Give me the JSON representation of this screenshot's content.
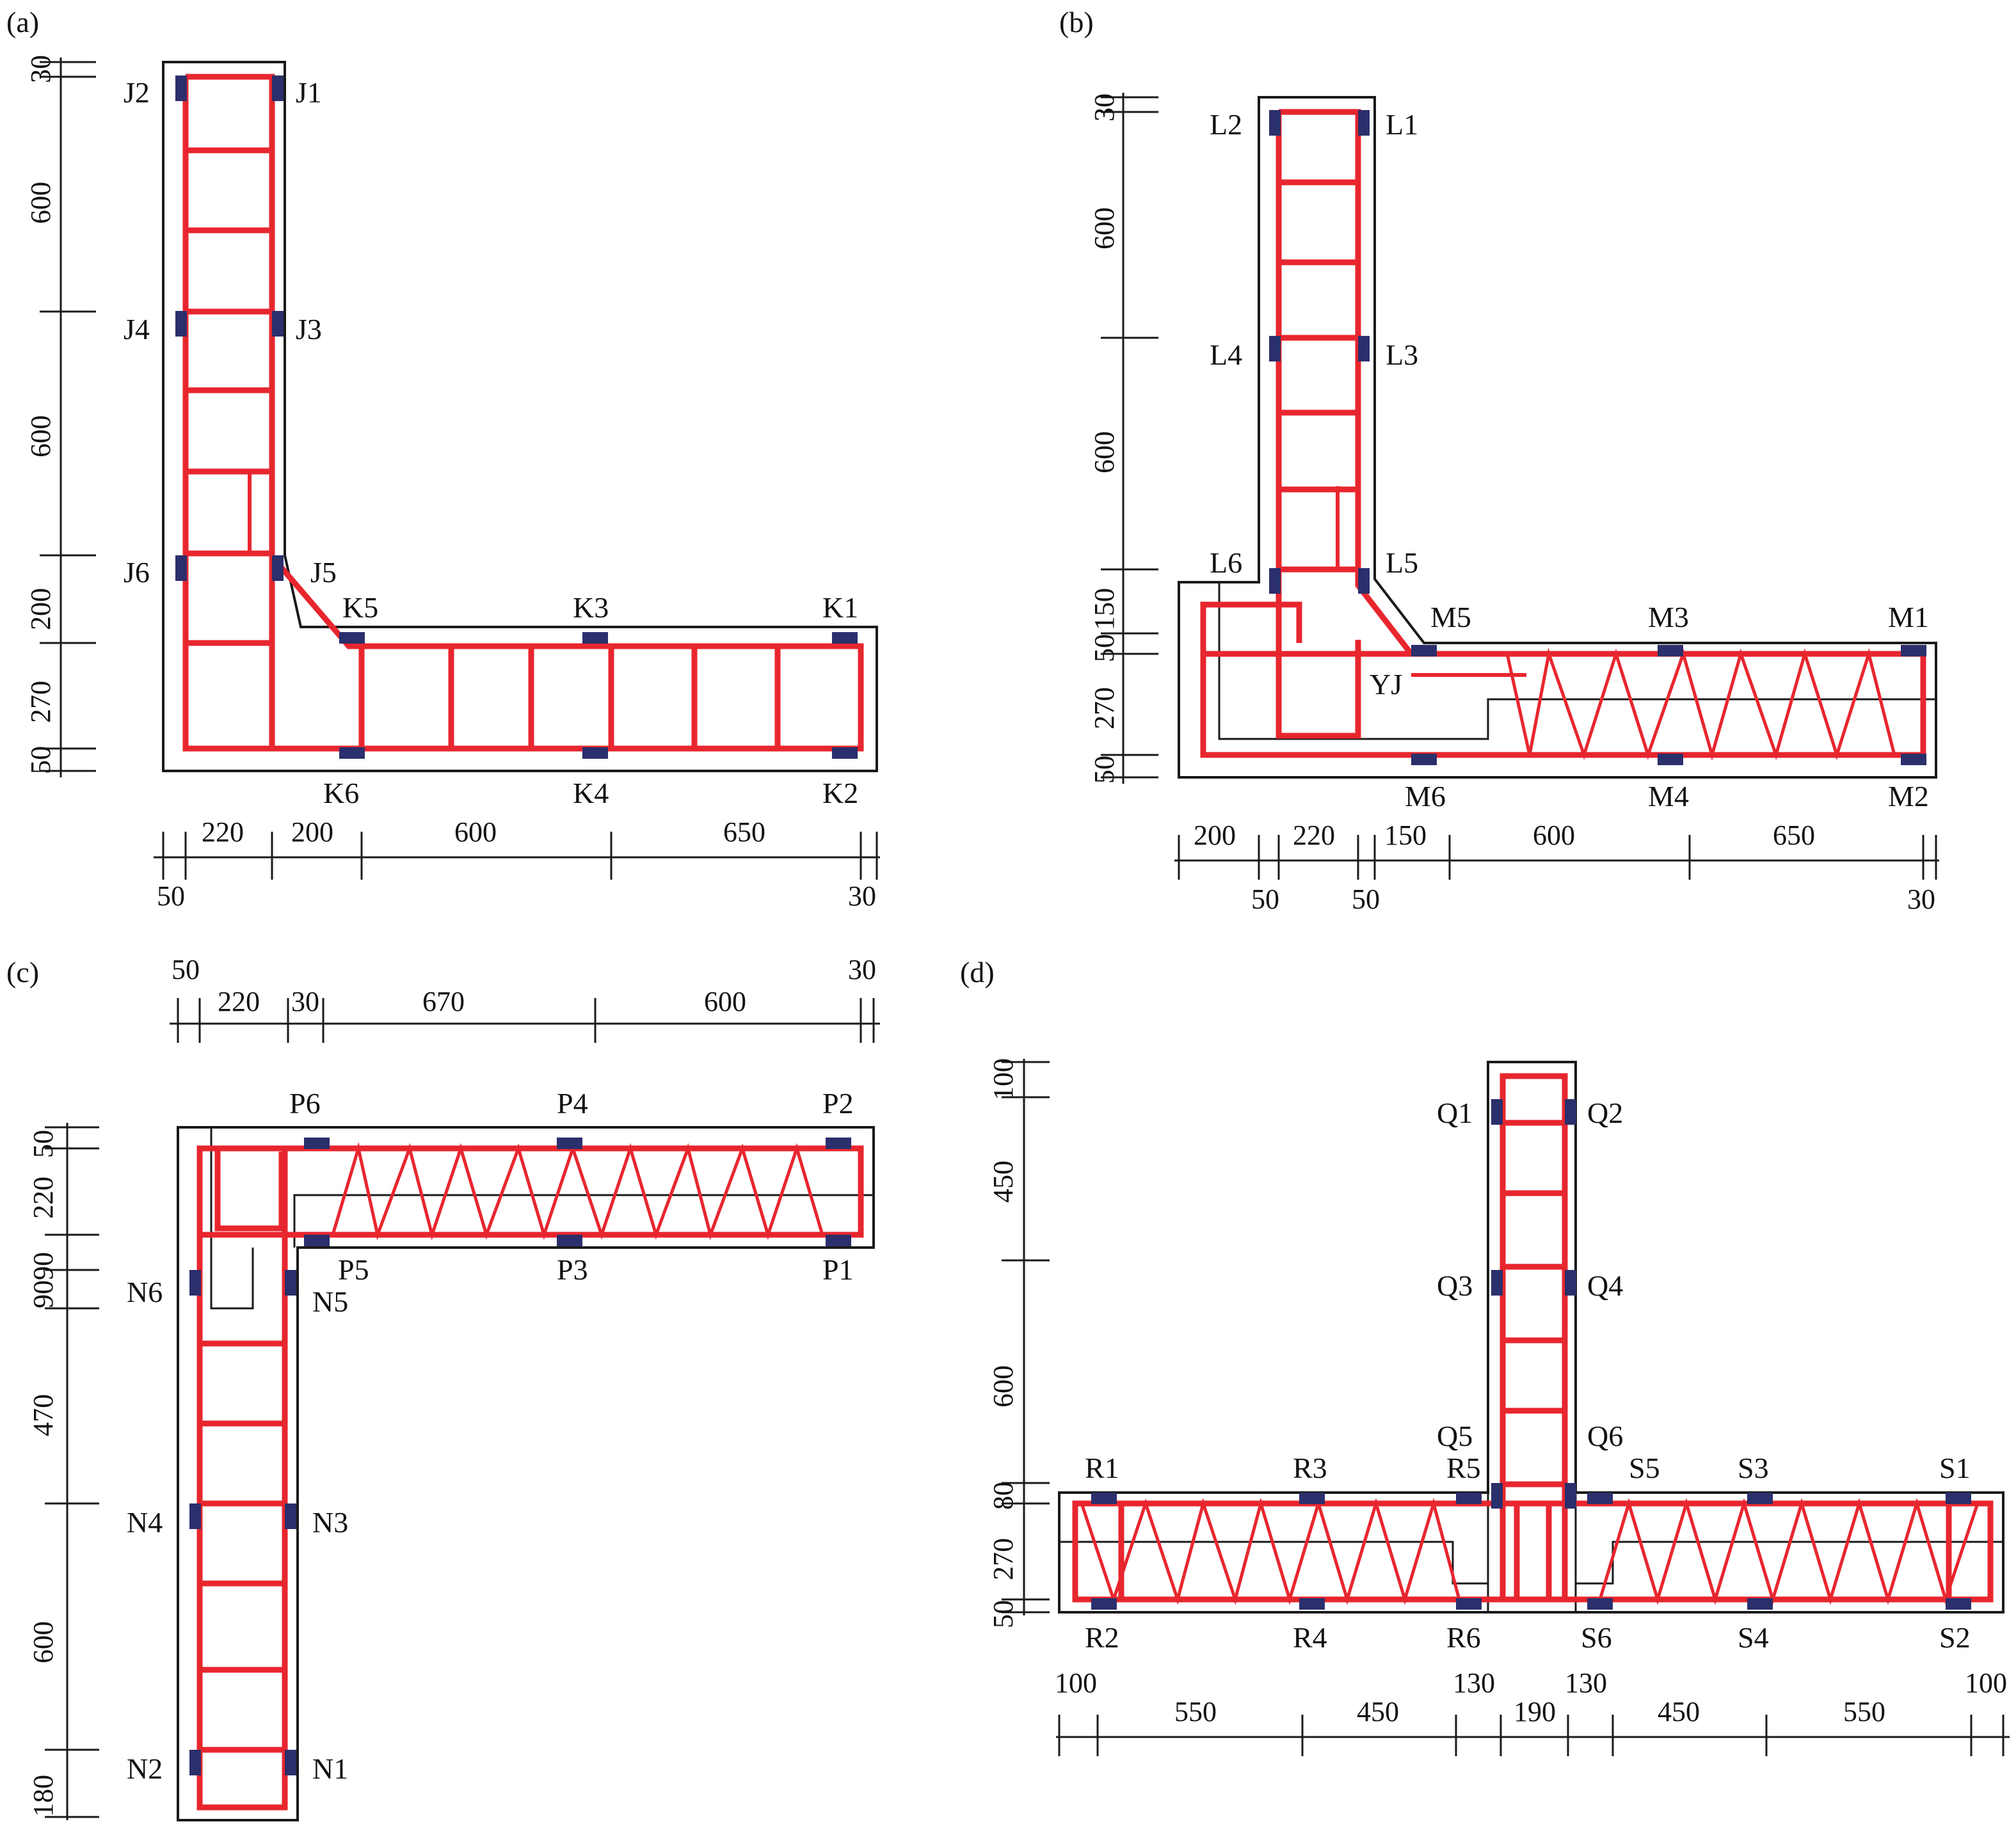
{
  "colors": {
    "rebar": "#e8262e",
    "outline": "#1a1a1a",
    "gauge": "#2b2f6b"
  },
  "panels": [
    {
      "id": "a",
      "label": "(a)",
      "points": [
        "J1",
        "J2",
        "J3",
        "J4",
        "J5",
        "J6",
        "K1",
        "K2",
        "K3",
        "K4",
        "K5",
        "K6"
      ],
      "dims_v": [
        "30",
        "600",
        "600",
        "200",
        "270",
        "50"
      ],
      "dims_h": [
        "220",
        "200",
        "600",
        "650",
        "50",
        "30"
      ]
    },
    {
      "id": "b",
      "label": "(b)",
      "points": [
        "L1",
        "L2",
        "L3",
        "L4",
        "L5",
        "L6",
        "M1",
        "M2",
        "M3",
        "M4",
        "M5",
        "M6",
        "YJ"
      ],
      "dims_v": [
        "30",
        "600",
        "600",
        "150",
        "50",
        "270",
        "50"
      ],
      "dims_h": [
        "200",
        "220",
        "150",
        "600",
        "650",
        "50",
        "50",
        "30"
      ]
    },
    {
      "id": "c",
      "label": "(c)",
      "points": [
        "P1",
        "P2",
        "P3",
        "P4",
        "P5",
        "P6",
        "N1",
        "N2",
        "N3",
        "N4",
        "N5",
        "N6"
      ],
      "dims_h": [
        "50",
        "220",
        "30",
        "670",
        "600",
        "30"
      ],
      "dims_v": [
        "50",
        "220",
        "9090",
        "470",
        "600",
        "180"
      ]
    },
    {
      "id": "d",
      "label": "(d)",
      "points": [
        "Q1",
        "Q2",
        "Q3",
        "Q4",
        "Q5",
        "Q6",
        "R1",
        "R2",
        "R3",
        "R4",
        "R5",
        "R6",
        "S1",
        "S2",
        "S3",
        "S4",
        "S5",
        "S6"
      ],
      "dims_v": [
        "100",
        "450",
        "600",
        "80",
        "270",
        "50"
      ],
      "dims_h": [
        "100",
        "550",
        "450",
        "130",
        "190",
        "130",
        "450",
        "550",
        "100"
      ]
    }
  ]
}
